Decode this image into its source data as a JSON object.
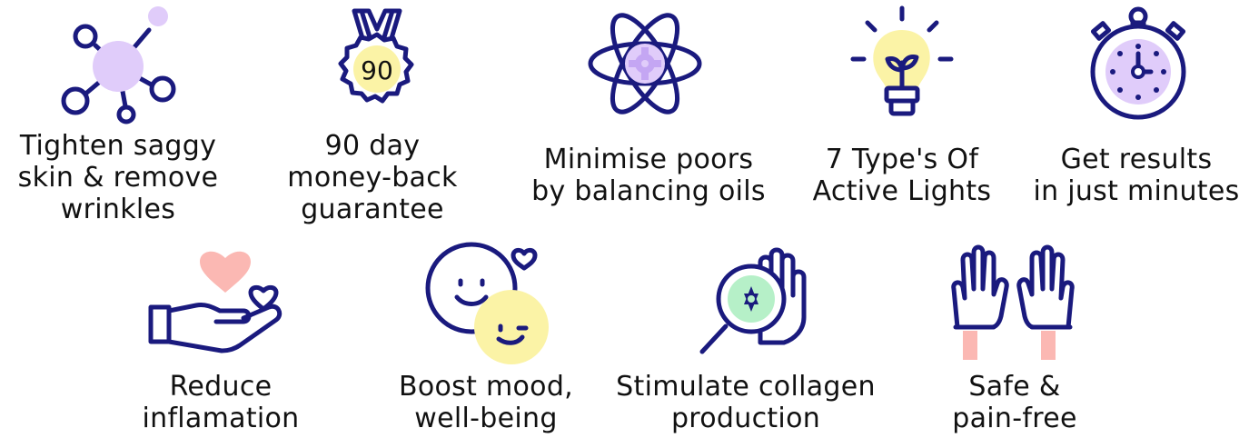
{
  "colors": {
    "icon_stroke": "#1a1a7e",
    "accent_purple": "#e0ccfa",
    "accent_yellow": "#fbf3a6",
    "accent_pink": "#fbb8b3",
    "accent_green": "#b6f0c8",
    "text": "#111111"
  },
  "features": [
    {
      "icon": "molecule-icon",
      "lines": [
        "Tighten saggy",
        "skin & remove",
        "wrinkles"
      ]
    },
    {
      "icon": "medal-badge-icon",
      "badge_text": "90",
      "lines": [
        "90 day",
        "money-back",
        "guarantee"
      ]
    },
    {
      "icon": "atom-gear-icon",
      "lines": [
        "Minimise poors",
        "by balancing oils"
      ]
    },
    {
      "icon": "lightbulb-plant-icon",
      "lines": [
        "7 Type's Of",
        "Active Lights"
      ]
    },
    {
      "icon": "stopwatch-icon",
      "lines": [
        "Get results",
        "in just minutes"
      ]
    },
    {
      "icon": "hand-heart-icon",
      "lines": [
        "Reduce",
        "inflamation"
      ]
    },
    {
      "icon": "smiley-faces-icon",
      "lines": [
        "Boost mood,",
        "well-being"
      ]
    },
    {
      "icon": "magnifier-hand-icon",
      "lines": [
        "Stimulate collagen",
        "production"
      ]
    },
    {
      "icon": "gloves-icon",
      "lines": [
        "Safe &",
        "pain-free"
      ]
    }
  ]
}
